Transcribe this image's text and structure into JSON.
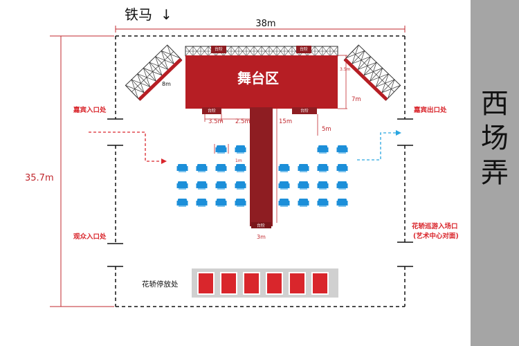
{
  "labels": {
    "barrier": "铁马",
    "barrier_arrow": "↓",
    "width": "38m",
    "height": "35.7m",
    "stage": "舞台区",
    "street": "西场弄",
    "guest_entrance": "嘉宾入口处",
    "guest_exit": "嘉宾出口处",
    "audience_entrance": "观众入口处",
    "parade_entrance_line1": "花轿巡游入场口",
    "parade_entrance_line2": "(艺术中心对面)",
    "sedan_parking": "花轿停放处",
    "step": "台阶"
  },
  "dimensions": {
    "wing_length": "8m",
    "step_width": "3.5m",
    "step_gap": "2.5m",
    "runway_length": "15m",
    "right_step": "3.5m",
    "stage_depth": "7m",
    "runway_offset": "5m",
    "runway_width": "3m",
    "seat_gap_h": "1m",
    "seat_gap_v": "1m"
  },
  "layout_counts": {
    "left_seat_rows": [
      2,
      4,
      4,
      4
    ],
    "right_seat_rows": [
      2,
      4,
      4,
      4
    ],
    "sedans": 6
  },
  "colors": {
    "stage": "#b61e24",
    "runway": "#8e1d22",
    "seat": "#1c8fd9",
    "accent_red": "#d9262c",
    "arrow_blue": "#2aa6e0",
    "street_bar": "#a5a5a5",
    "parking_bg": "#d0d0d0"
  }
}
